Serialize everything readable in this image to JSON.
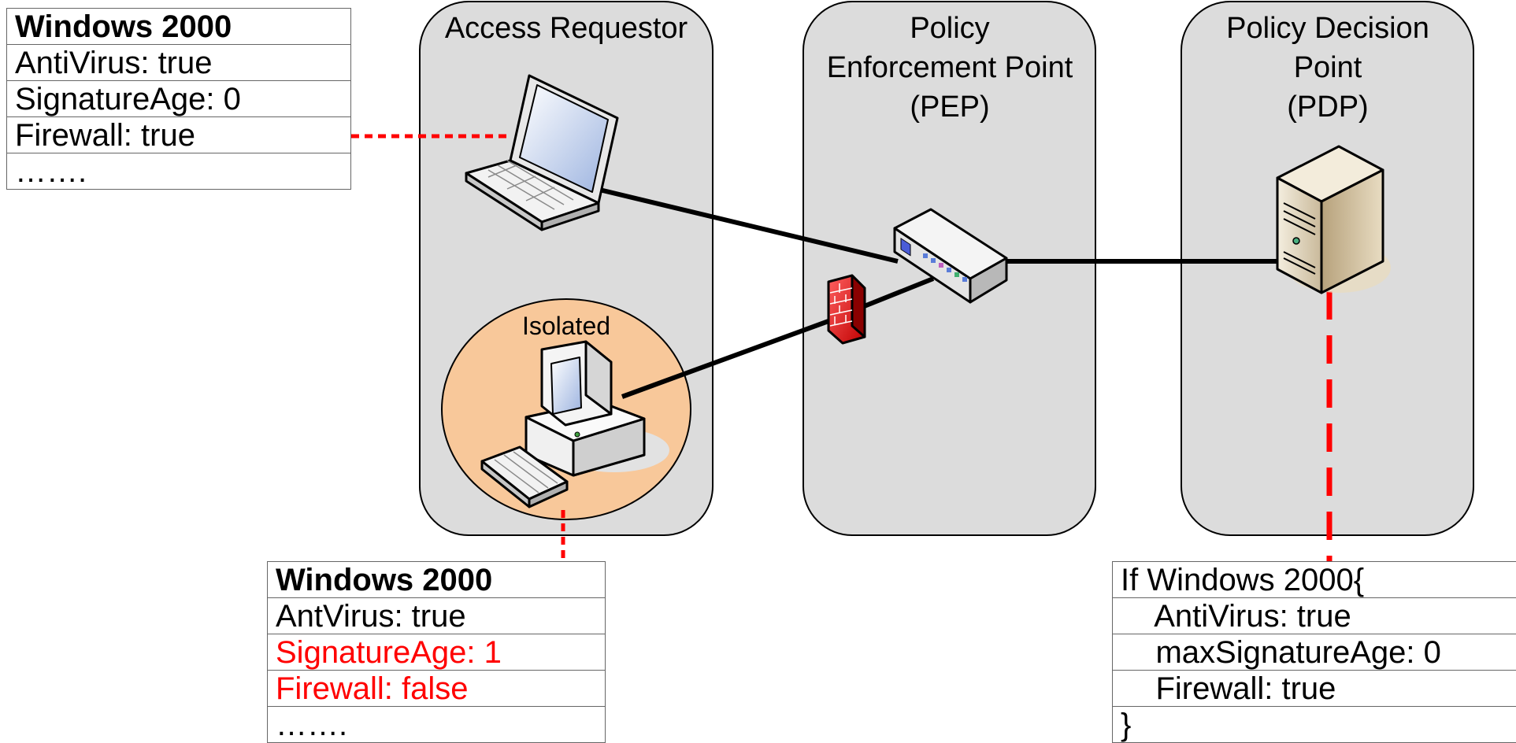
{
  "zones": {
    "access_requestor": {
      "label": "Access Requestor"
    },
    "pep": {
      "label_lines": [
        "Policy",
        "Enforcement Point",
        "(PEP)"
      ]
    },
    "pdp": {
      "label_lines": [
        "Policy Decision",
        "Point",
        "(PDP)"
      ]
    }
  },
  "isolated": {
    "label": "Isolated"
  },
  "laptop_info": {
    "rows": [
      "Windows 2000",
      "AntiVirus: true",
      "SignatureAge: 0",
      "Firewall: true",
      "……."
    ]
  },
  "isolated_info": {
    "rows": [
      "Windows 2000",
      "AntVirus: true",
      "SignatureAge: 1",
      "Firewall: false",
      "……."
    ],
    "highlight_color": "#ff0000"
  },
  "policy_info": {
    "rows": [
      "If Windows 2000{",
      "    AntiVirus: true",
      "    maxSignatureAge: 0",
      "    Firewall: true",
      "}"
    ]
  },
  "colors": {
    "zone_fill": "#dcdcdc",
    "isolated_fill": "#f8c89a",
    "link_dash": "#ff0000",
    "connection": "#000000"
  },
  "icons": [
    "laptop-icon",
    "desktop-computer-icon",
    "network-switch-icon",
    "firewall-icon",
    "server-icon"
  ]
}
